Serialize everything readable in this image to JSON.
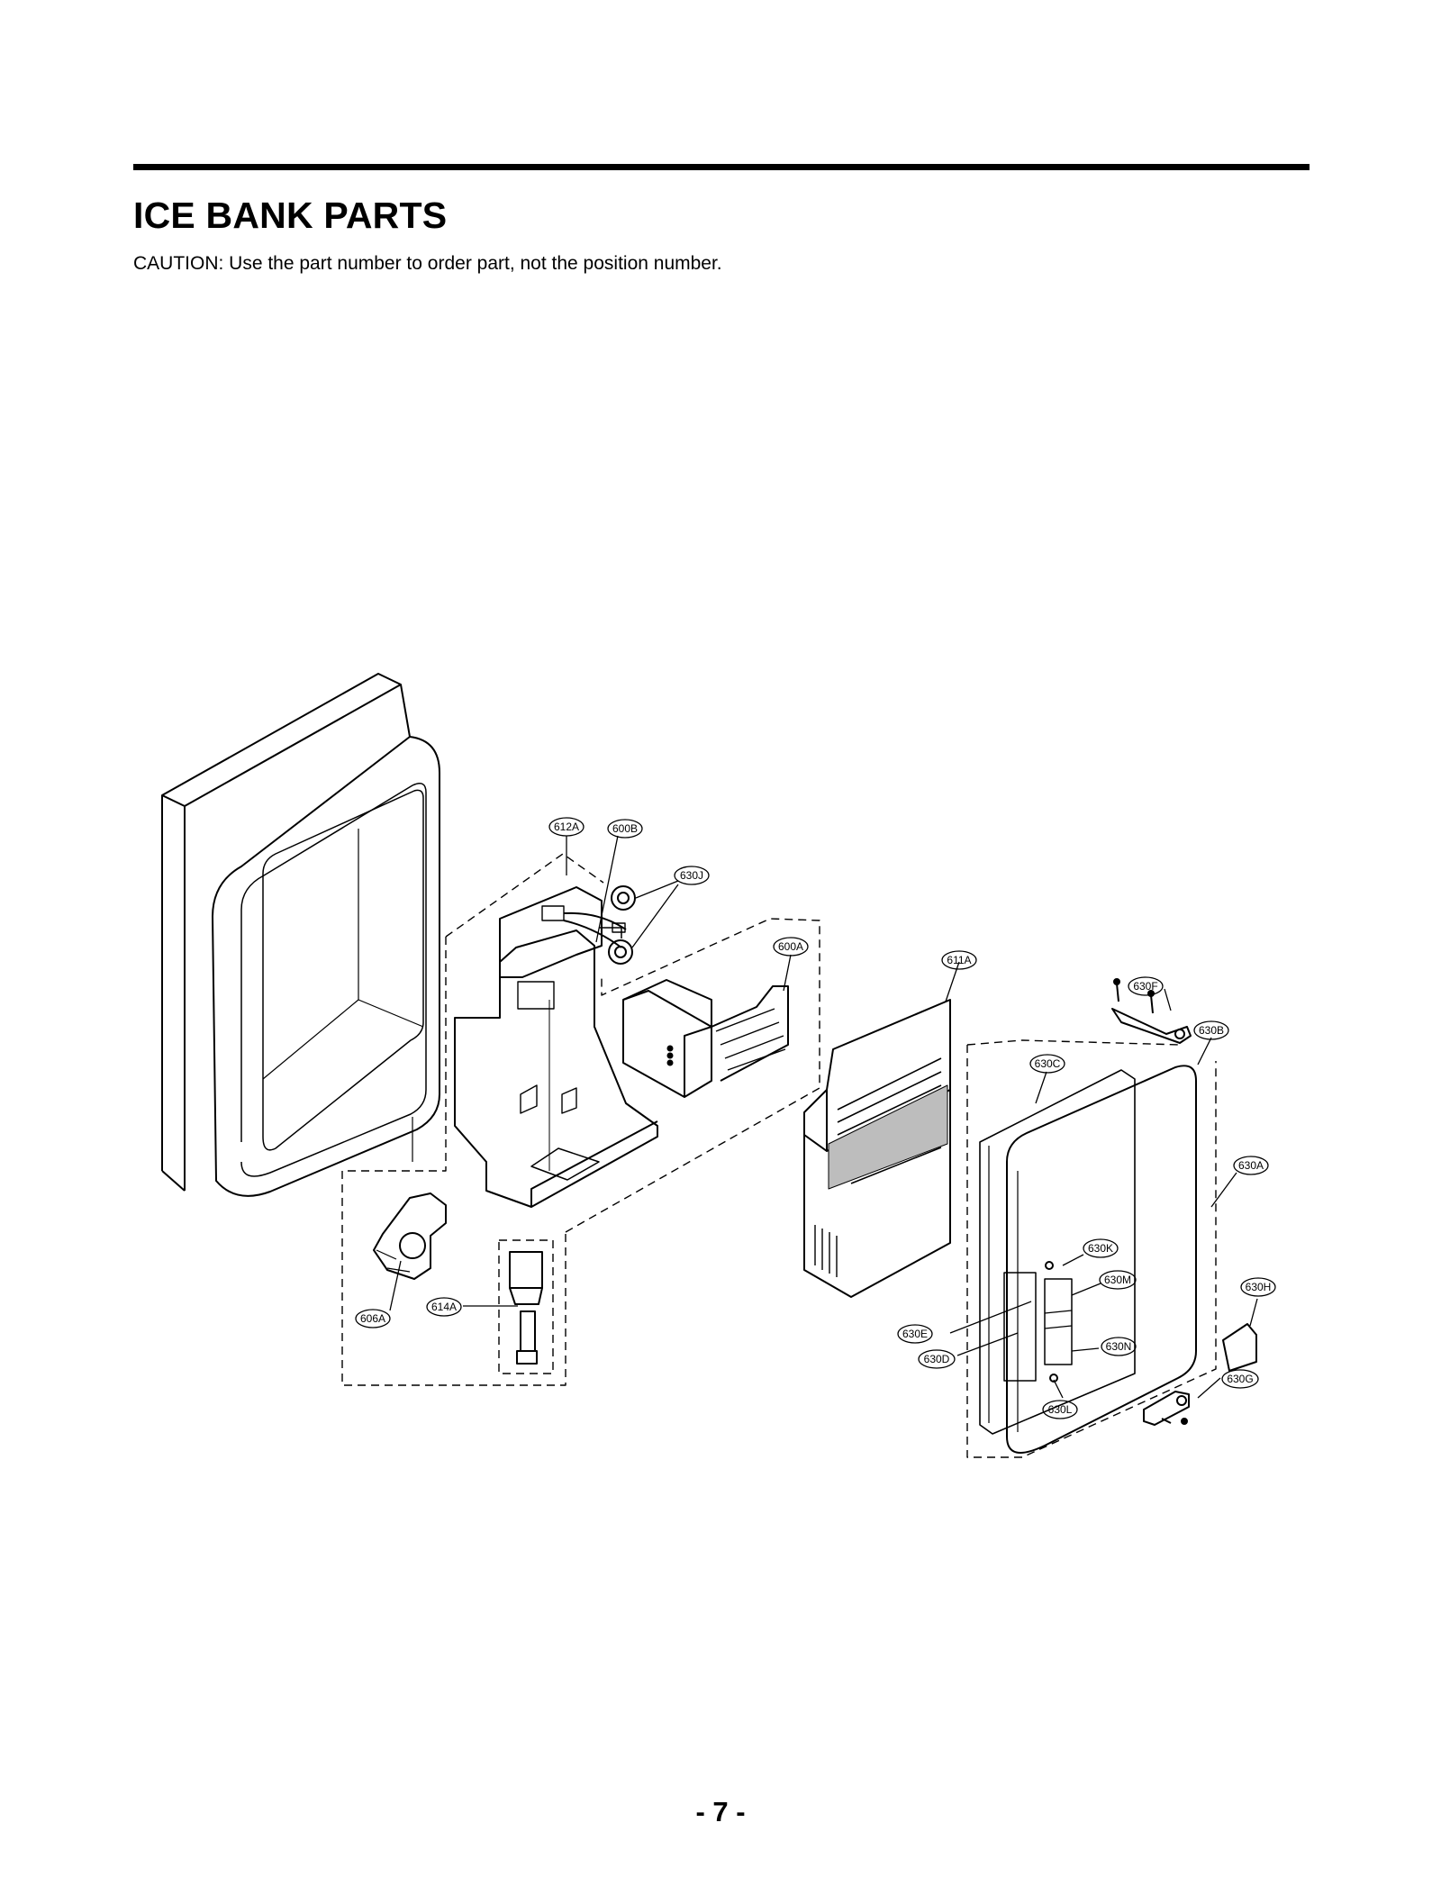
{
  "header": {
    "title": "ICE BANK PARTS",
    "caution": "CAUTION: Use the part number to order part, not the position number."
  },
  "diagram": {
    "callouts": [
      "612A",
      "600B",
      "630J",
      "600A",
      "611A",
      "630F",
      "630B",
      "630C",
      "630A",
      "630K",
      "630M",
      "630H",
      "630E",
      "630N",
      "630D",
      "630G",
      "630L",
      "606A",
      "614A"
    ]
  },
  "footer": {
    "page_number": "- 7 -"
  }
}
